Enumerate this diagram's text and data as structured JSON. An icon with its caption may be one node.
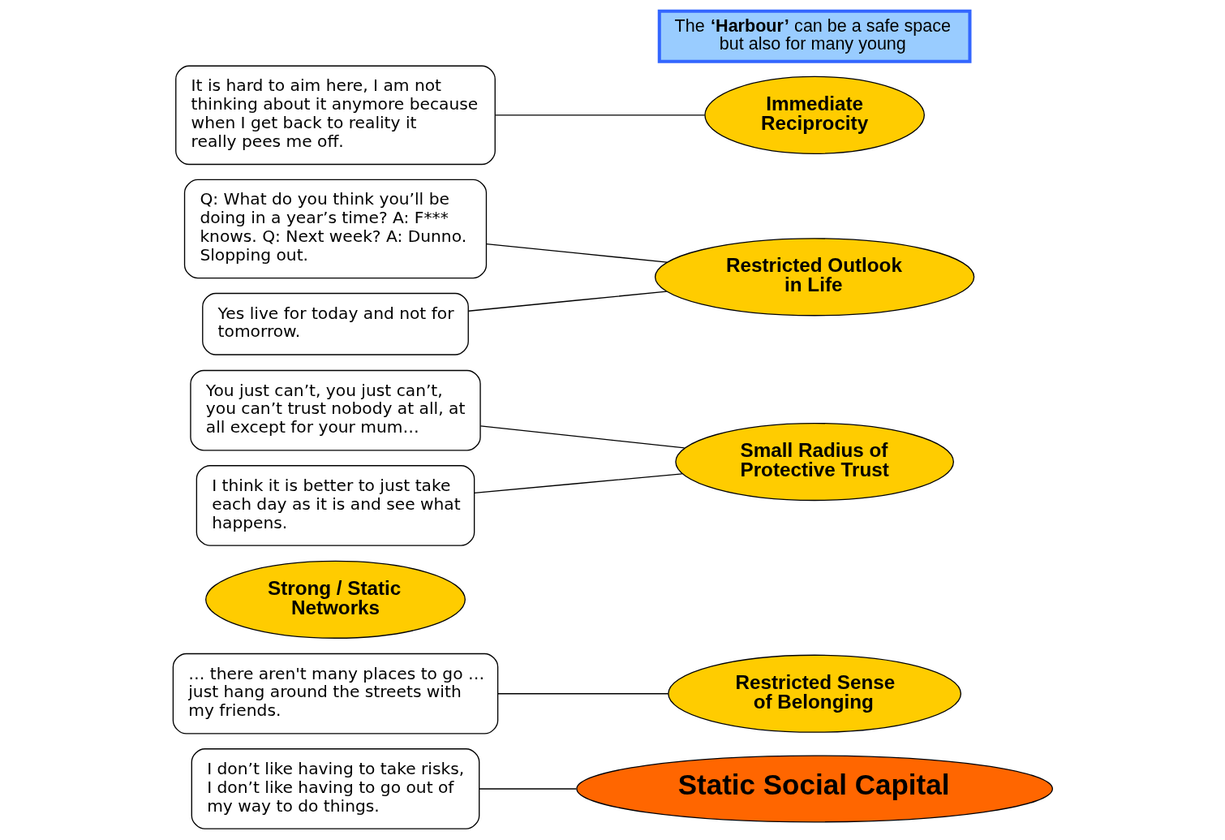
{
  "diagram": {
    "nodes": [
      {
        "text": [
          "Static Social Capital"
        ]
      },
      {
        "text": [
          "Restricted Sense of Belonging"
        ]
      },
      {
        "text": [
          "Strong / Static Networks"
        ]
      },
      {
        "text": [
          "Small Radius of Protective Trust"
        ]
      },
      {
        "text": [
          "Restricted Outlook in Life"
        ]
      },
      {
        "text": [
          "Immediate Reciprocity"
        ]
      },
      {
        "text": [
          "… there aren't many places to go … just hang around the streets with my friends."
        ]
      },
      {
        "text": [
          "You just can’t, you just can’t, you can’t trust nobody at all, at all except for your mum…"
        ]
      },
      {
        "text": [
          "I think it is better to just take each day as it is and see what happens."
        ]
      },
      {
        "text": [
          "I don’t like having to take risks, I don’t like having to go out of my way to do things."
        ]
      },
      {
        "text": [
          "Q: What do you think you’ll be doing in a year’s time? A: F***  knows. Q: Next week? A: Dunno.  Slopping out."
        ]
      },
      {
        "text": [
          "Yes live for today and not for tomorrow."
        ]
      },
      {
        "text": [
          "It is hard to aim here, I am not thinking about it anymore because when I get back to reality it really pees me off."
        ]
      },
      {
        "text": [
          "The **‘Harbour’** can be a safe space but also for many young"
        ]
      }
    ],
    "edges": [
      {
        "from": 6,
        "to": 1,
        "arrow": "none"
      },
      {
        "from": 7,
        "to": 3,
        "arrow": "none"
      },
      {
        "from": 8,
        "to": 3,
        "arrow": "none"
      },
      {
        "from": 9,
        "to": 0,
        "arrow": "none"
      },
      {
        "from": 10,
        "to": 4,
        "arrow": "none"
      },
      {
        "from": 11,
        "to": 4,
        "arrow": "none"
      },
      {
        "from": 12,
        "to": 5,
        "arrow": "none"
      }
    ]
  }
}
